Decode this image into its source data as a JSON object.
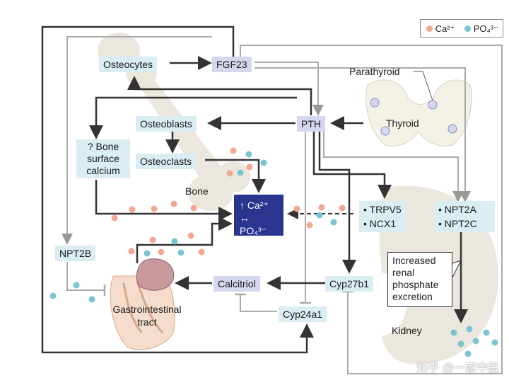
{
  "legend": {
    "ca": "Ca²⁺",
    "po4": "PO₄³⁻"
  },
  "nodes": {
    "osteocytes": "Osteocytes",
    "fgf23": "FGF23",
    "parathyroid": "Parathyroid",
    "thyroid": "Thyroid",
    "pth": "PTH",
    "osteoblasts": "Osteoblasts",
    "osteoclasts": "Osteoclasts",
    "bone_surface": "? Bone surface calcium",
    "bone": "Bone",
    "trpv5": "TRPV5",
    "ncx1": "NCX1",
    "npt2a": "NPT2A",
    "npt2c": "NPT2C",
    "npt2b": "NPT2B",
    "gi": "Gastrointestinal tract",
    "calcitriol": "Calcitriol",
    "cyp27b1": "Cyp27b1",
    "cyp24a1": "Cyp24a1",
    "kidney": "Kidney",
    "callout": "Increased renal phosphate excretion"
  },
  "result": {
    "ca": "↑ Ca²⁺",
    "po4": "↔ PO₄³⁻"
  },
  "watermark": "知乎 @一家中医",
  "colors": {
    "ca_dot": "#f0a890",
    "po4_dot": "#7cc4d2",
    "result_bg": "#2a3590",
    "box_blue": "#d9edf3",
    "box_lav": "#d5d7ee"
  }
}
